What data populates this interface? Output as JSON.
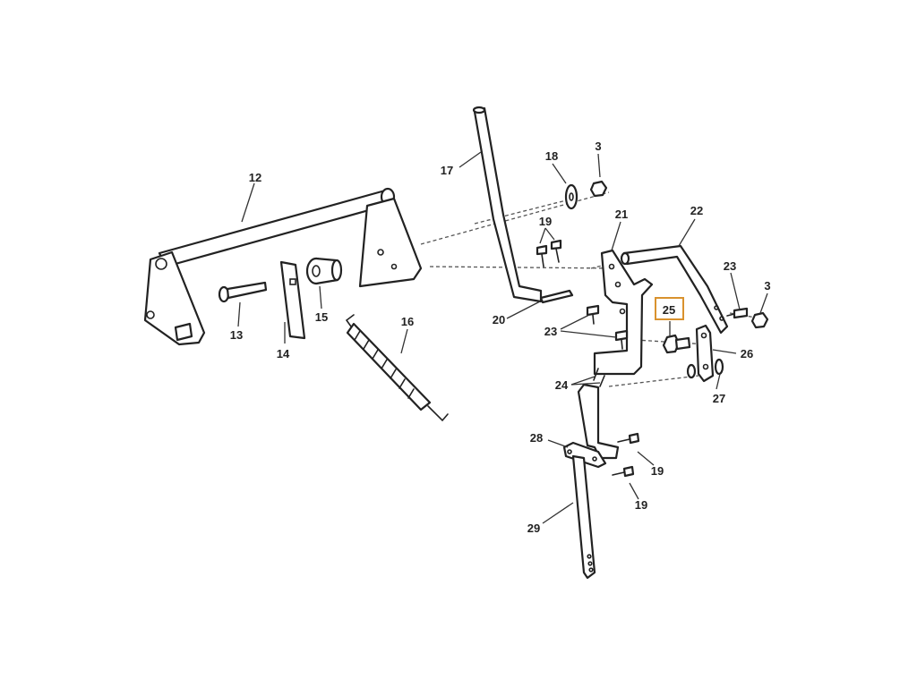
{
  "diagram": {
    "highlight_color": "#d9922e",
    "highlighted_callout": "25",
    "callouts": {
      "c3a": "3",
      "c3b": "3",
      "c12": "12",
      "c13": "13",
      "c14": "14",
      "c15": "15",
      "c16": "16",
      "c17": "17",
      "c18": "18",
      "c19a": "19",
      "c19b": "19",
      "c19c": "19",
      "c20": "20",
      "c21": "21",
      "c22": "22",
      "c23a": "23",
      "c23b": "23",
      "c24": "24",
      "c25": "25",
      "c26": "26",
      "c27": "27",
      "c28": "28",
      "c29": "29"
    }
  }
}
